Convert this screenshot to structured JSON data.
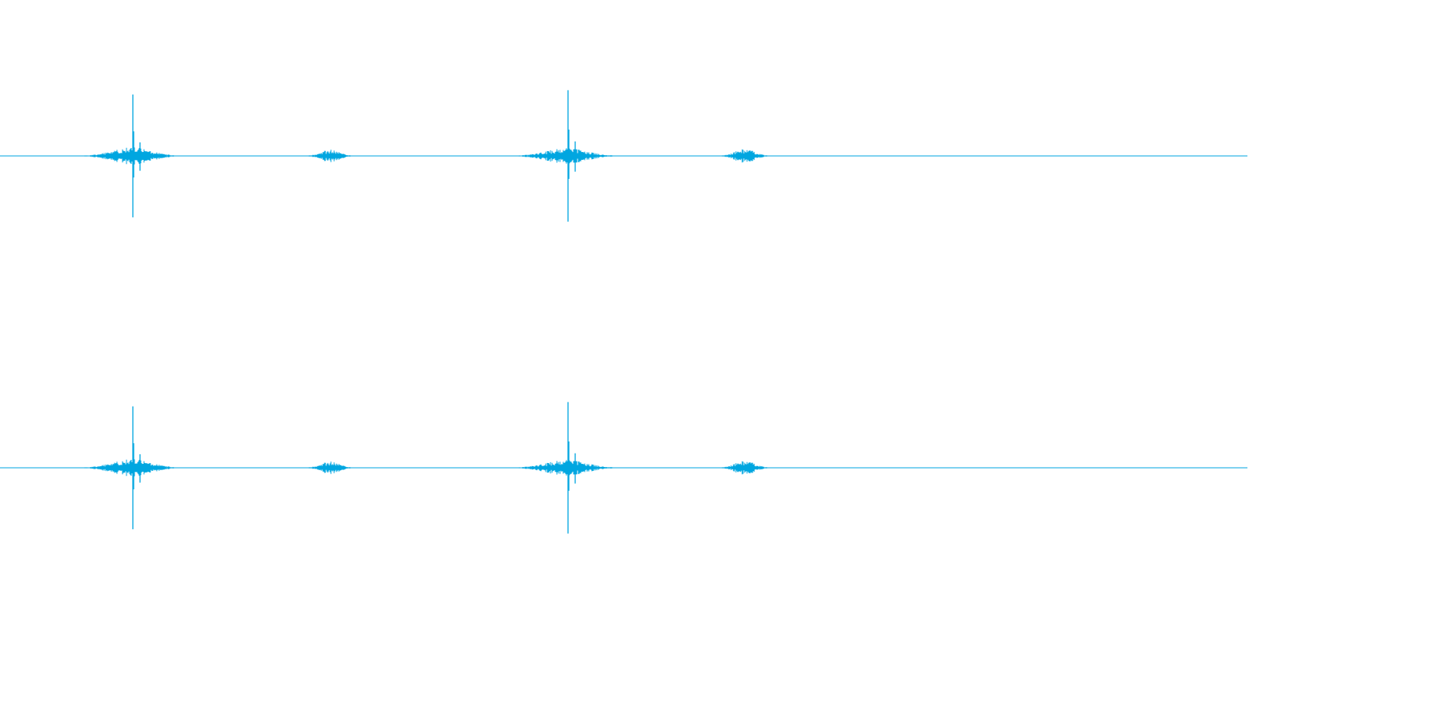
{
  "waveform": {
    "color": "#00a6e0",
    "background": "#ffffff",
    "channels": [
      {
        "events": [
          {
            "t": 0.1055,
            "peak": 0.58,
            "spread": 0.078,
            "noise": 0.055
          },
          {
            "t": 0.2645,
            "peak": 0.0,
            "spread": 0.038,
            "noise": 0.04
          },
          {
            "t": 0.454,
            "peak": 0.62,
            "spread": 0.082,
            "noise": 0.05
          },
          {
            "t": 0.597,
            "peak": 0.0,
            "spread": 0.04,
            "noise": 0.045
          }
        ]
      },
      {
        "events": [
          {
            "t": 0.1055,
            "peak": 0.58,
            "spread": 0.078,
            "noise": 0.055
          },
          {
            "t": 0.2645,
            "peak": 0.0,
            "spread": 0.038,
            "noise": 0.04
          },
          {
            "t": 0.454,
            "peak": 0.62,
            "spread": 0.082,
            "noise": 0.05
          },
          {
            "t": 0.597,
            "peak": 0.0,
            "spread": 0.04,
            "noise": 0.045
          }
        ]
      }
    ]
  }
}
